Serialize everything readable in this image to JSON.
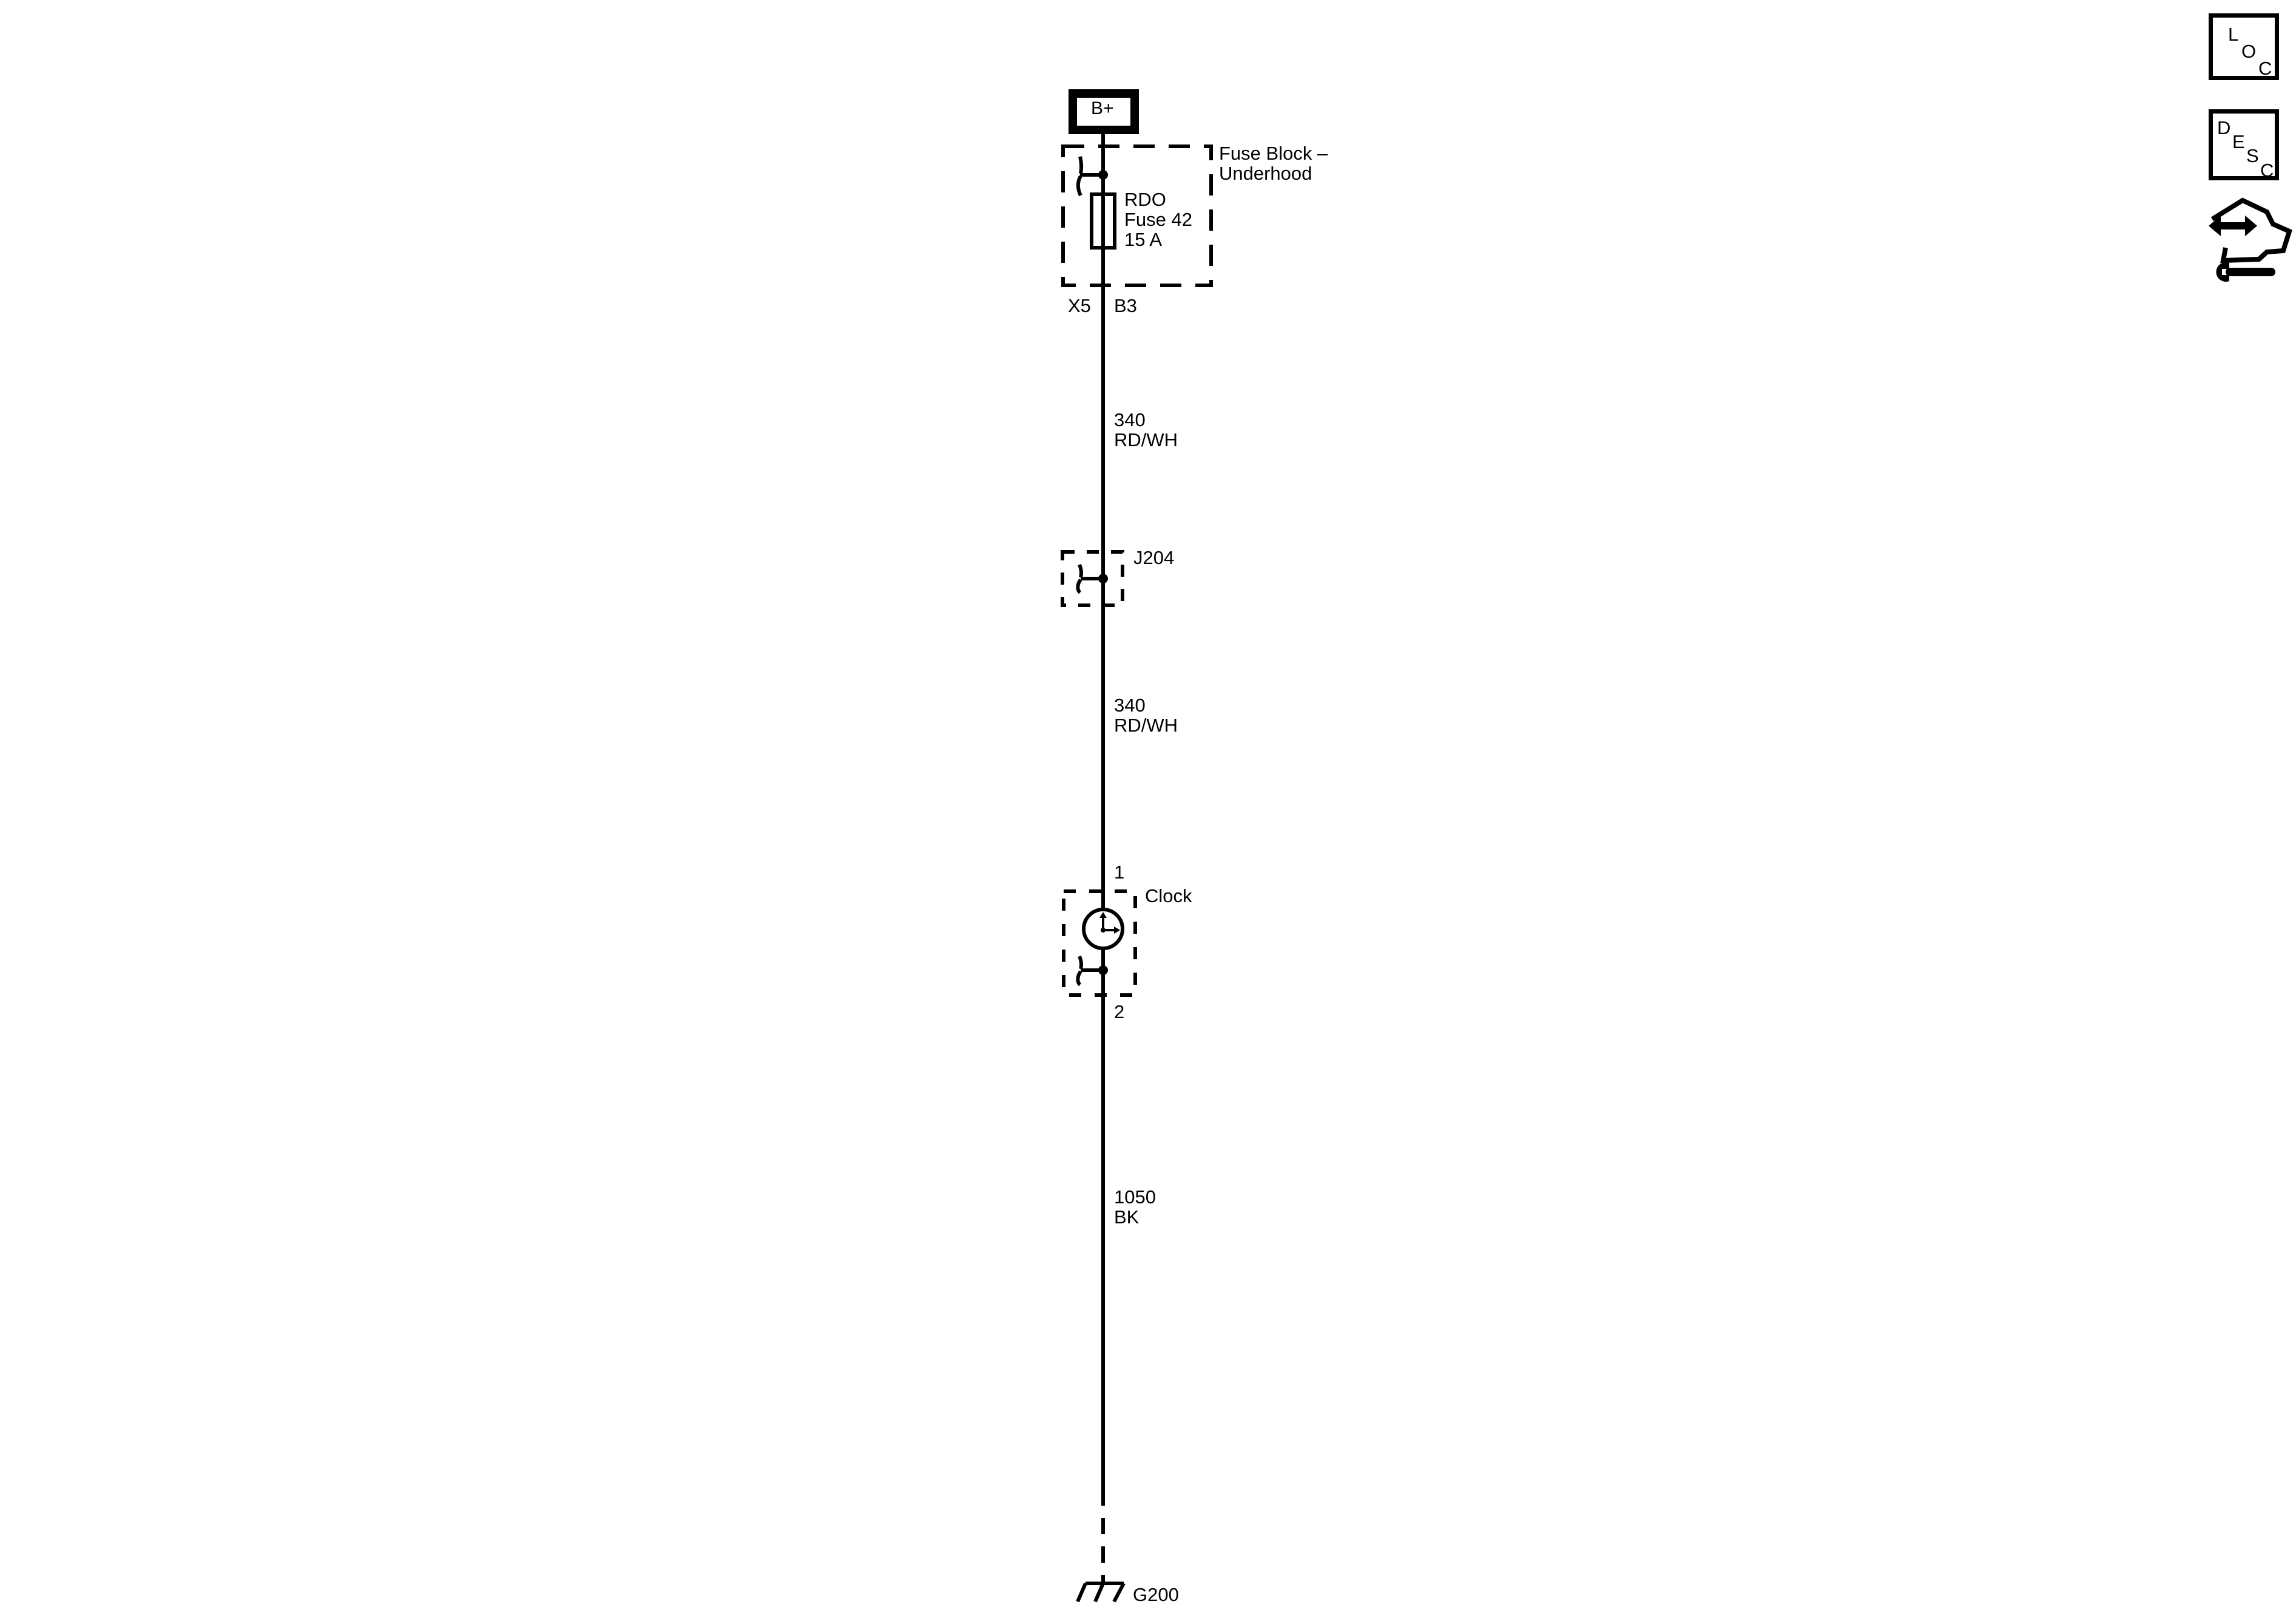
{
  "power_source": {
    "label": "B+"
  },
  "fuse_block": {
    "name_line1": "Fuse Block –",
    "name_line2": "Underhood",
    "fuse_line1": "RDO",
    "fuse_line2": "Fuse 42",
    "fuse_line3": "15 A",
    "connector": "X5",
    "pin": "B3"
  },
  "wires": [
    {
      "circuit": "340",
      "color": "RD/WH"
    },
    {
      "circuit": "340",
      "color": "RD/WH"
    },
    {
      "circuit": "1050",
      "color": "BK"
    }
  ],
  "splice": {
    "label": "J204"
  },
  "clock": {
    "label": "Clock",
    "pin_top": "1",
    "pin_bottom": "2"
  },
  "ground": {
    "label": "G200"
  },
  "side_buttons": {
    "loc": {
      "l1": "L",
      "l2": "O",
      "l3": "C"
    },
    "desc": {
      "l1": "D",
      "l2": "E",
      "l3": "S",
      "l4": "C"
    },
    "connector_icon": "connector-wrench-icon"
  }
}
